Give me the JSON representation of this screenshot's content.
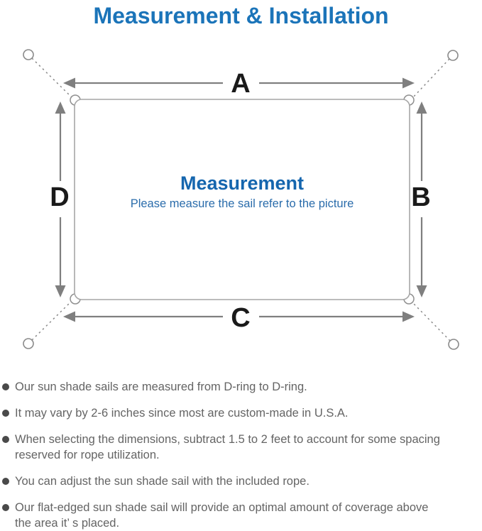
{
  "title": "Measurement & Installation",
  "diagram": {
    "labels": {
      "top": "A",
      "right": "B",
      "bottom": "C",
      "left": "D"
    },
    "center_title": "Measurement",
    "center_subtitle": "Please measure the sail refer to the picture"
  },
  "notes": [
    "Our sun shade sails are measured from D-ring to D-ring.",
    "It may vary by 2-6 inches since most are custom-made in U.S.A.",
    "When selecting the dimensions, subtract 1.5 to 2 feet to account for some spacing\nreserved for rope utilization.",
    "You can adjust the sun shade sail with the included rope.",
    "Our flat-edged sun shade sail will provide an optimal amount of coverage above\nthe area it’ s placed."
  ],
  "colors": {
    "title_blue": "#1b74b9",
    "center_title_blue": "#1566ae",
    "center_subtitle_blue": "#2a6cab",
    "side_label_black": "#1a1a1a",
    "arrow_gray": "#7f7f7f",
    "sail_outline_gray": "#a6a6a6",
    "rope_dash_gray": "#8a8a8a",
    "note_text_gray": "#646464",
    "bullet_dot_gray": "#4a4a4a"
  }
}
